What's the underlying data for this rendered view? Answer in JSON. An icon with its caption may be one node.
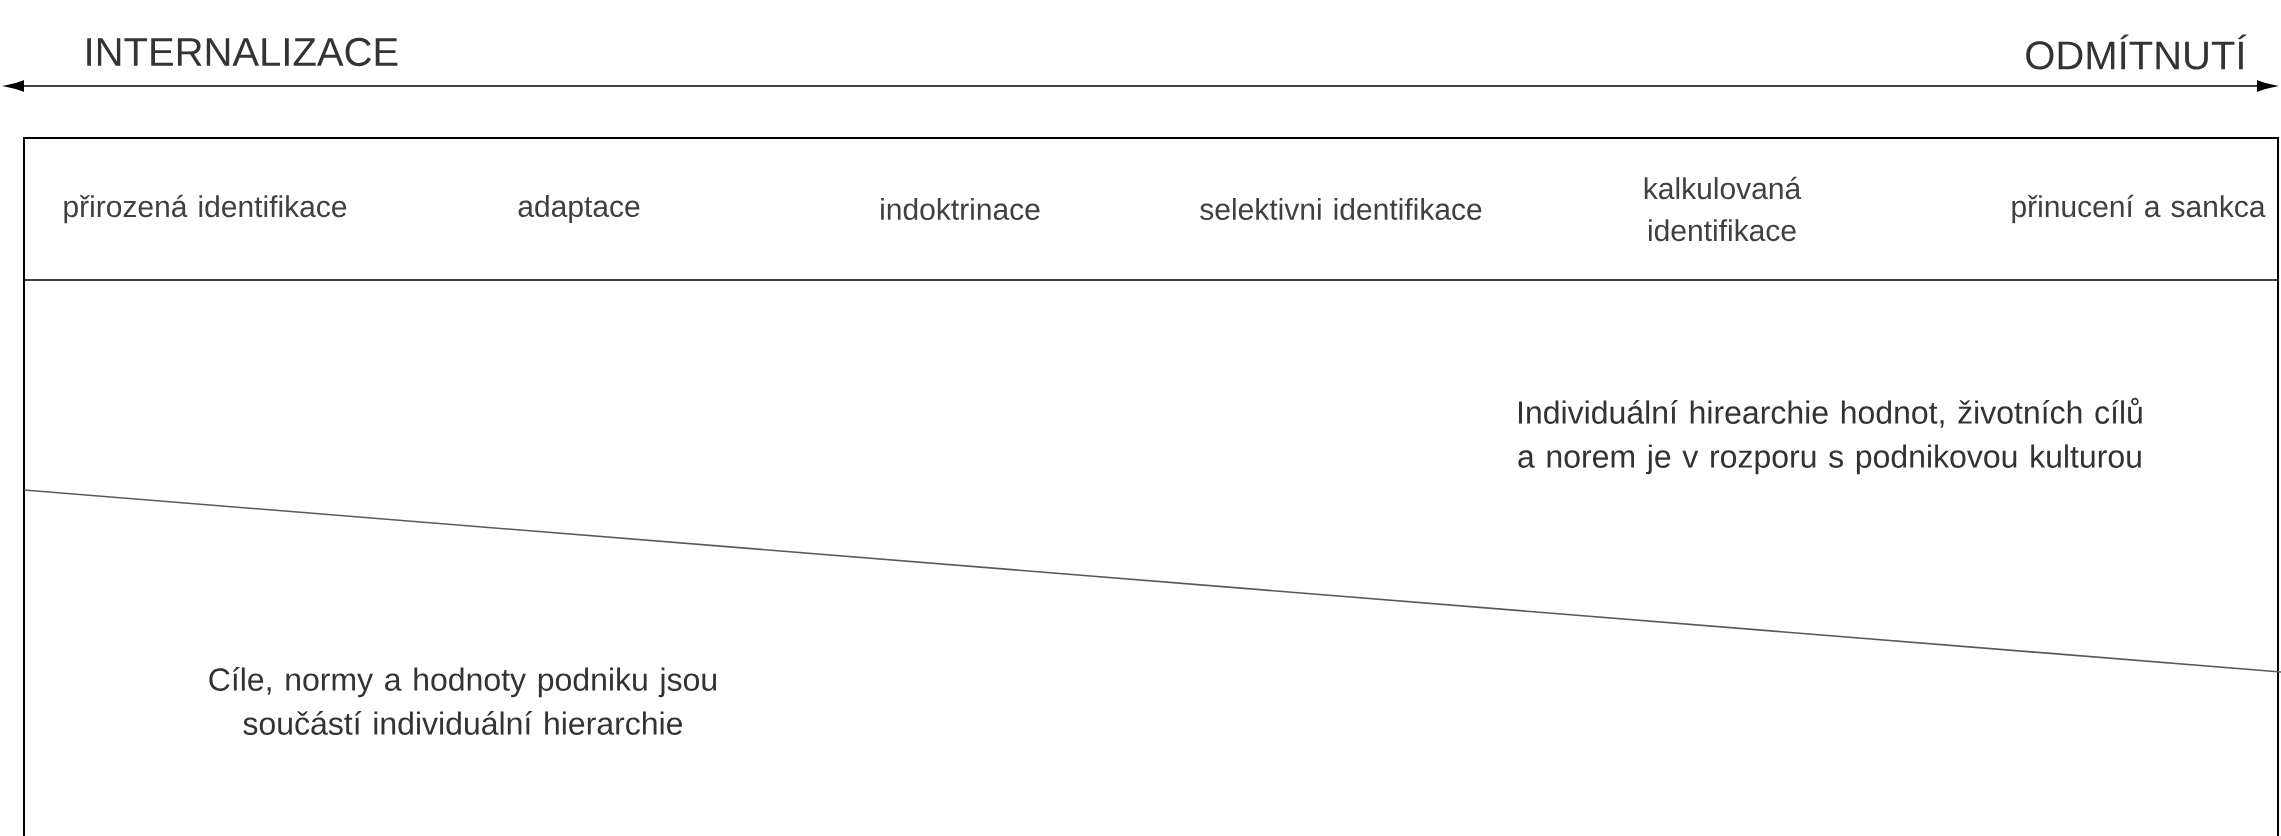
{
  "diagram": {
    "nodes": [
      {
        "text": [
          "přirozená identifikace",
          "adaptace",
          "indoktrinace",
          "selektivni identifikace",
          "kalkulovaná identifikace",
          "přinucení a sankca"
        ]
      }
    ],
    "edges": [],
    "labels": [
      "INTERNALIZACE",
      "ODMÍTNUTÍ",
      "Individuální hirearchie hodnot, životních cílů a norem je v rozporu s podnikovou kulturou",
      "Cíle, normy a hodnoty podniku jsou součástí individuální hierarchie"
    ]
  }
}
